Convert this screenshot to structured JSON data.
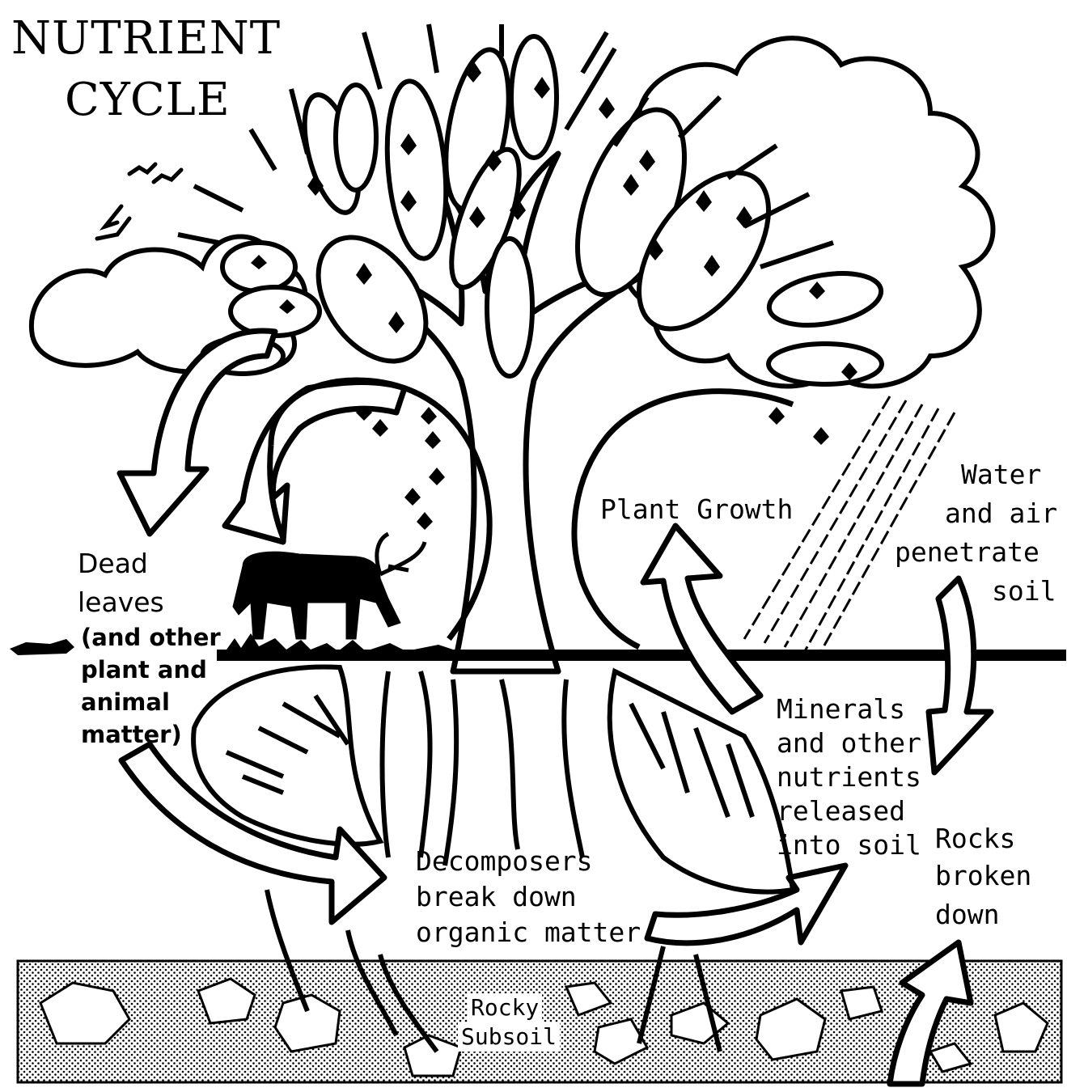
{
  "title": {
    "line1": "NUTRIENT",
    "line2": "CYCLE"
  },
  "labels": {
    "dead_leaves": [
      "Dead",
      "leaves",
      "(and other",
      "plant and",
      "animal",
      "matter)"
    ],
    "plant_growth": "Plant Growth",
    "water_air": [
      "Water",
      "and air",
      "penetrate",
      "soil"
    ],
    "minerals": [
      "Minerals",
      "and other",
      "nutrients",
      "released",
      "into soil"
    ],
    "decomposers": [
      "Decomposers",
      "break down",
      "organic matter"
    ],
    "rocks": [
      "Rocks",
      "broken",
      "down"
    ],
    "subsoil": [
      "Rocky",
      "Subsoil"
    ]
  },
  "colors": {
    "ink": "#000000",
    "paper": "#ffffff"
  }
}
